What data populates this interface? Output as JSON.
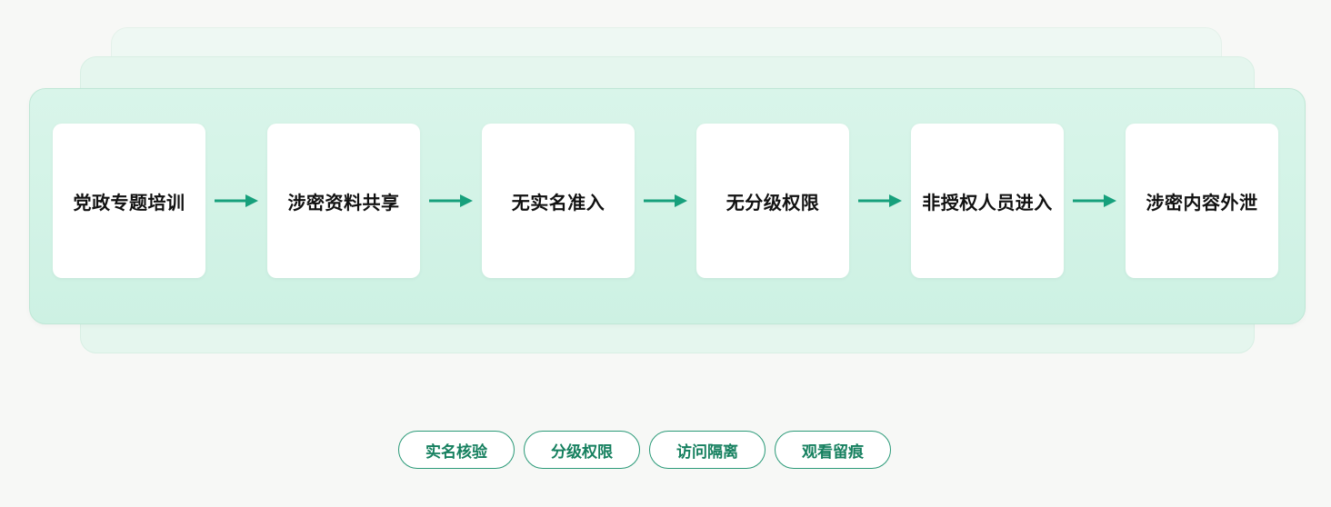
{
  "flow_steps": [
    "党政专题培训",
    "涉密资料共享",
    "无实名准入",
    "无分级权限",
    "非授权人员进入",
    "涉密内容外泄"
  ],
  "tags": [
    "实名核验",
    "分级权限",
    "访问隔离",
    "观看留痕"
  ],
  "colors": {
    "arrow": "#17a07c",
    "panel": "#d2f3e6",
    "tag_border": "#2b9a78",
    "tag_text": "#16805f"
  },
  "icons": {
    "arrow": "arrow-right-icon"
  }
}
